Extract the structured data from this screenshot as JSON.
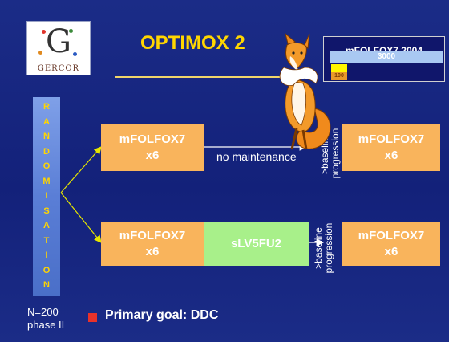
{
  "logo": {
    "letter": "G",
    "name": "GERCOR"
  },
  "title": "OPTIMOX 2",
  "infobox": {
    "title": "mFOLFOX7 2004",
    "bar_label": "3000",
    "orange_label": "100",
    "colors": {
      "bar": "#a9c8f2",
      "yellow": "#fff600",
      "orange": "#e89a2a"
    }
  },
  "randomisation": [
    "R",
    "A",
    "N",
    "D",
    "O",
    "M",
    "I",
    "S",
    "A",
    "T",
    "I",
    "O",
    "N"
  ],
  "arm1": {
    "induction_line1": "mFOLFOX7",
    "induction_line2": "x6",
    "maintenance": "no maintenance",
    "progression_line1": ">baseline",
    "progression_line2": "progression",
    "reintro_line1": "mFOLFOX7",
    "reintro_line2": "x6"
  },
  "arm2": {
    "induction_line1": "mFOLFOX7",
    "induction_line2": "x6",
    "maintenance": "sLV5FU2",
    "progression_line1": ">baseline",
    "progression_line2": "progression",
    "reintro_line1": "mFOLFOX7",
    "reintro_line2": "x6"
  },
  "footer": {
    "n": "N=200",
    "phase": "phase II",
    "goal": "Primary goal: DDC"
  },
  "colors": {
    "background": "#1b2c87",
    "title": "#ffd600",
    "box": "#f9b45c",
    "box_green": "#a8f08a",
    "bullet": "#e8322a"
  }
}
